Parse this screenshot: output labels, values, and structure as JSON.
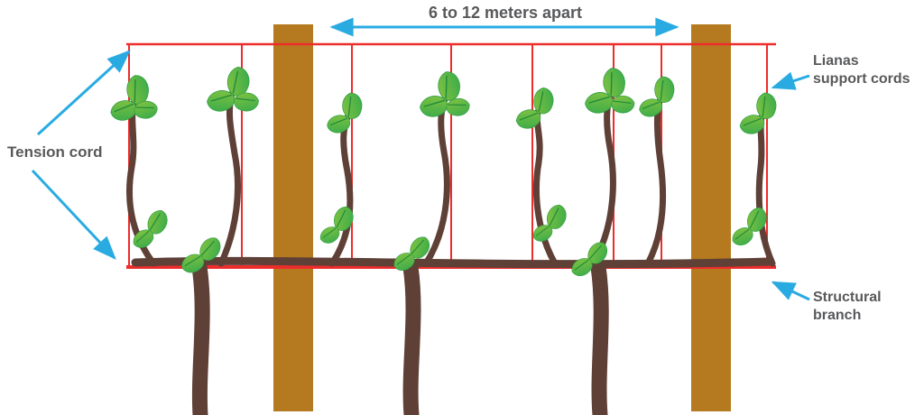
{
  "diagram": {
    "spacing_label": "6 to 12 meters apart",
    "tension_cord_label": "Tension cord",
    "lianas_label_line1": "Lianas",
    "lianas_label_line2": "support cords",
    "structural_label_line1": "Structural",
    "structural_label_line2": "branch",
    "colors": {
      "cord_red": "#ed2c2c",
      "arrow_blue": "#29abe2",
      "post_brown": "#b5791f",
      "vine_brown": "#5e4037",
      "leaf_dark_green": "#2fa84c",
      "leaf_light_green": "#8dc63f",
      "label_text": "#58595b"
    }
  }
}
